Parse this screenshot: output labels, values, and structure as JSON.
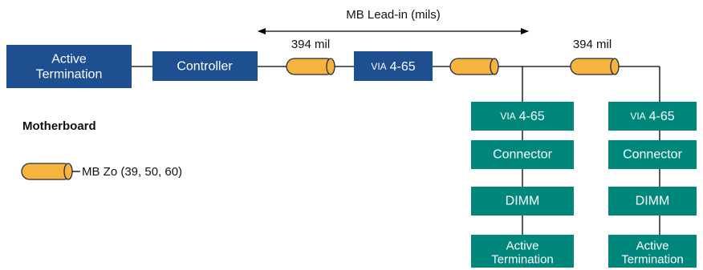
{
  "lead_in": {
    "label": "MB Lead-in (mils)"
  },
  "motherboard": {
    "active_termination": {
      "line1": "Active",
      "line2": "Termination"
    },
    "controller": "Controller",
    "via_main": {
      "prefix": "VIA",
      "value": "4-65"
    }
  },
  "segments": [
    {
      "label": "394 mil"
    },
    {
      "label": "394 mil"
    }
  ],
  "branches": [
    {
      "via": {
        "prefix": "VIA",
        "value": "4-65"
      },
      "connector": "Connector",
      "dimm": "DIMM",
      "termination": {
        "line1": "Active",
        "line2": "Termination"
      }
    },
    {
      "via": {
        "prefix": "VIA",
        "value": "4-65"
      },
      "connector": "Connector",
      "dimm": "DIMM",
      "termination": {
        "line1": "Active",
        "line2": "Termination"
      }
    }
  ],
  "legend": {
    "section_title": "Motherboard",
    "zo_label": "MB Zo (39, 50, 60)"
  },
  "colors": {
    "motherboard_block": "#1d4f91",
    "dimm_block": "#00877b",
    "trace_fill": "#f6b33d",
    "trace_stroke": "#1e2a44"
  }
}
